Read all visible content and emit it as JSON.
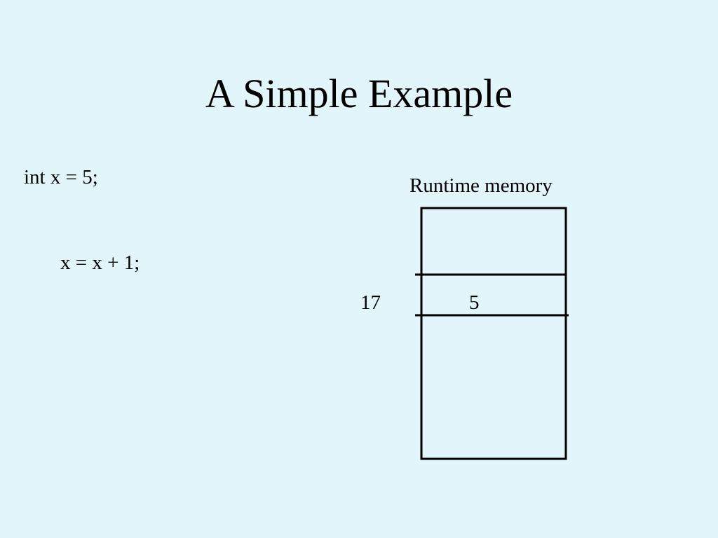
{
  "slide": {
    "title": "A Simple Example",
    "background_color": "#e1f5fb"
  },
  "code": {
    "lines": [
      "int x = 5;",
      "x = x + 1;"
    ]
  },
  "memory": {
    "label": "Runtime memory",
    "address": "17",
    "value": "5"
  }
}
